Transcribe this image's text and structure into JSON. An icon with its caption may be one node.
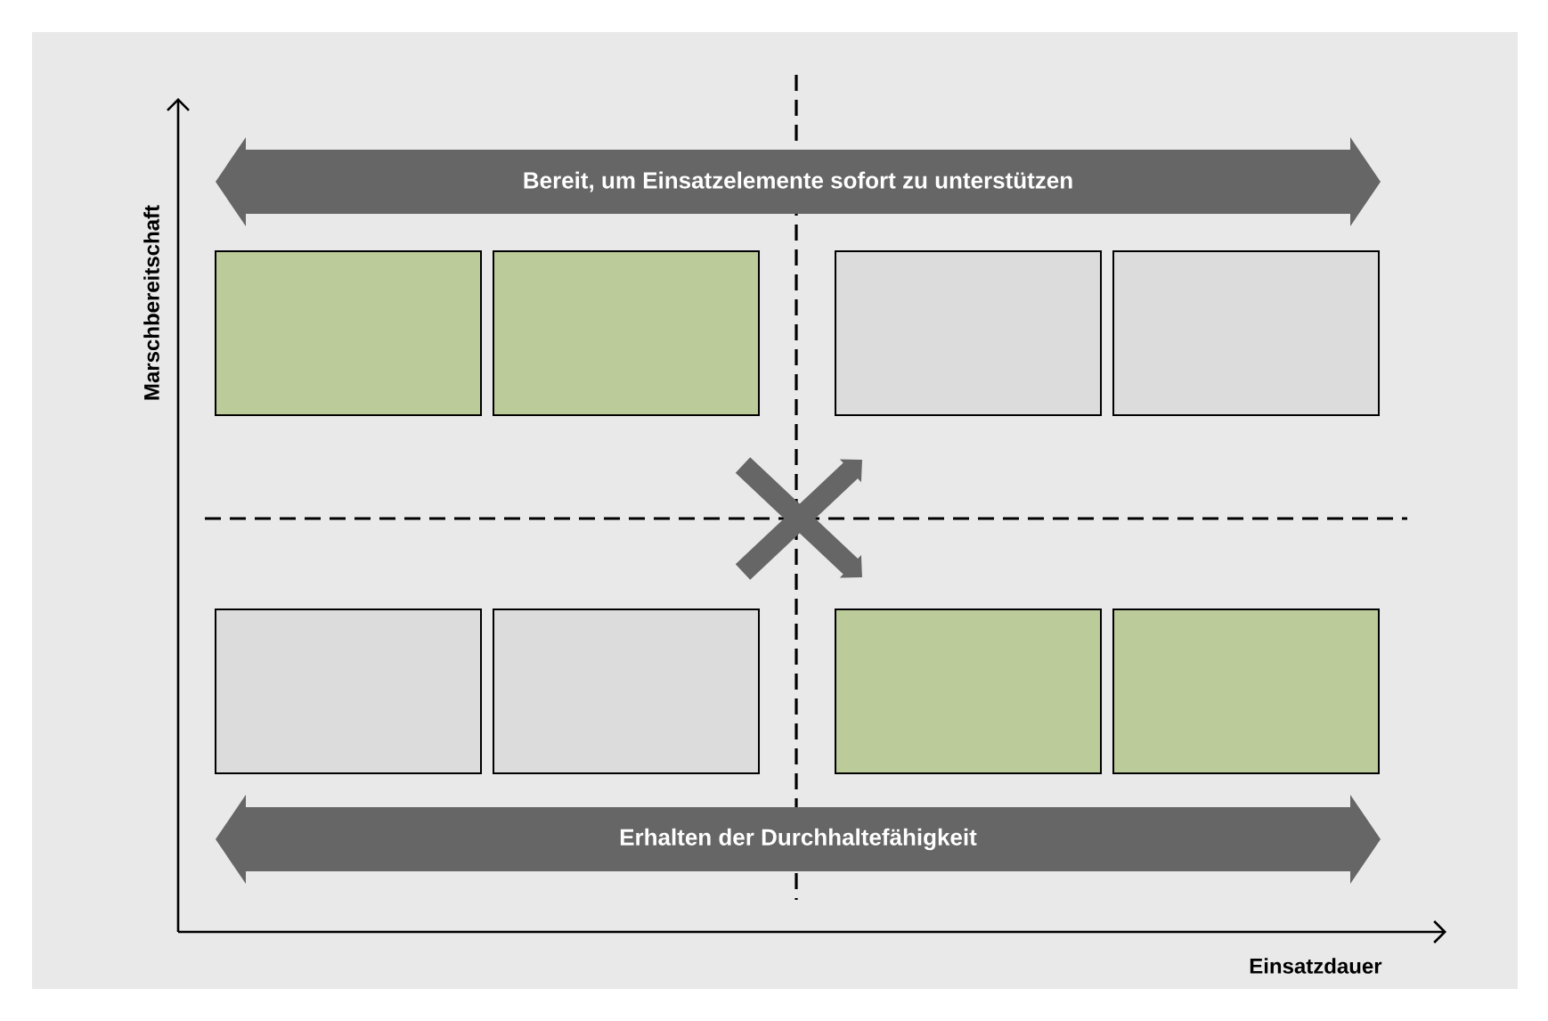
{
  "diagram": {
    "nodes": [
      {
        "text": [
          "Bereit, um Einsatzelemente sofort zu unterstützen"
        ]
      },
      {
        "text": [],
        "shape": "box"
      },
      {
        "text": [],
        "shape": "box"
      },
      {
        "text": [],
        "shape": "box"
      },
      {
        "text": [],
        "shape": "box"
      },
      {
        "text": [],
        "shape": "box"
      },
      {
        "text": [],
        "shape": "box"
      },
      {
        "text": [],
        "shape": "box"
      },
      {
        "text": [],
        "shape": "box"
      },
      {
        "text": [
          "Erhalten der Durchhaltefähigkeit"
        ]
      }
    ],
    "edges": [],
    "labels": [
      "Marschbereitschaft",
      "Einsatzdauer"
    ]
  }
}
